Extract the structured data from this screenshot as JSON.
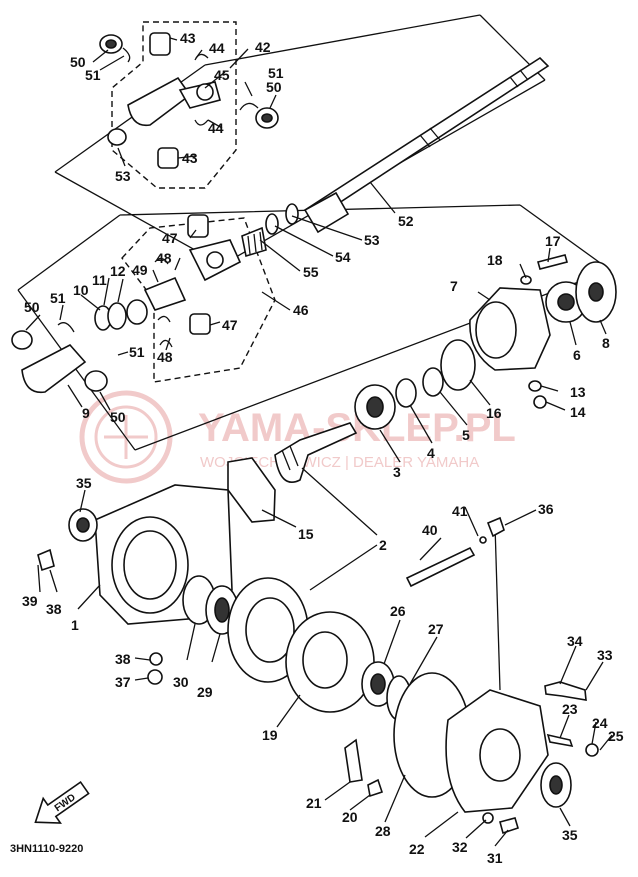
{
  "diagram_code": "3HN1110-9220",
  "fwd_label": "FWD",
  "watermark": {
    "title": "YAMA-SKLEP.PL",
    "subtitle": "WOJCIECH LEWICZ | DEALER YAMAHA"
  },
  "callouts": [
    {
      "id": "c50a",
      "text": "50"
    },
    {
      "id": "c51a",
      "text": "51"
    },
    {
      "id": "c43a",
      "text": "43"
    },
    {
      "id": "c44a",
      "text": "44"
    },
    {
      "id": "c42",
      "text": "42"
    },
    {
      "id": "c45",
      "text": "45"
    },
    {
      "id": "c51b",
      "text": "51"
    },
    {
      "id": "c50b",
      "text": "50"
    },
    {
      "id": "c44b",
      "text": "44"
    },
    {
      "id": "c43b",
      "text": "43"
    },
    {
      "id": "c53a",
      "text": "53"
    },
    {
      "id": "c52",
      "text": "52"
    },
    {
      "id": "c53b",
      "text": "53"
    },
    {
      "id": "c54",
      "text": "54"
    },
    {
      "id": "c55",
      "text": "55"
    },
    {
      "id": "c47a",
      "text": "47"
    },
    {
      "id": "c48a",
      "text": "48"
    },
    {
      "id": "c49",
      "text": "49"
    },
    {
      "id": "c11",
      "text": "11"
    },
    {
      "id": "c12",
      "text": "12"
    },
    {
      "id": "c10",
      "text": "10"
    },
    {
      "id": "c51c",
      "text": "51"
    },
    {
      "id": "c50c",
      "text": "50"
    },
    {
      "id": "c46",
      "text": "46"
    },
    {
      "id": "c47b",
      "text": "47"
    },
    {
      "id": "c48b",
      "text": "48"
    },
    {
      "id": "c51d",
      "text": "51"
    },
    {
      "id": "c9",
      "text": "9"
    },
    {
      "id": "c50d",
      "text": "50"
    },
    {
      "id": "c17",
      "text": "17"
    },
    {
      "id": "c18",
      "text": "18"
    },
    {
      "id": "c7",
      "text": "7"
    },
    {
      "id": "c6",
      "text": "6"
    },
    {
      "id": "c8",
      "text": "8"
    },
    {
      "id": "c13",
      "text": "13"
    },
    {
      "id": "c14",
      "text": "14"
    },
    {
      "id": "c16",
      "text": "16"
    },
    {
      "id": "c5",
      "text": "5"
    },
    {
      "id": "c4",
      "text": "4"
    },
    {
      "id": "c3",
      "text": "3"
    },
    {
      "id": "c35a",
      "text": "35"
    },
    {
      "id": "c15",
      "text": "15"
    },
    {
      "id": "c2",
      "text": "2"
    },
    {
      "id": "c41",
      "text": "41"
    },
    {
      "id": "c36",
      "text": "36"
    },
    {
      "id": "c40",
      "text": "40"
    },
    {
      "id": "c39",
      "text": "39"
    },
    {
      "id": "c38a",
      "text": "38"
    },
    {
      "id": "c1",
      "text": "1"
    },
    {
      "id": "c38b",
      "text": "38"
    },
    {
      "id": "c37",
      "text": "37"
    },
    {
      "id": "c30",
      "text": "30"
    },
    {
      "id": "c29",
      "text": "29"
    },
    {
      "id": "c26",
      "text": "26"
    },
    {
      "id": "c27",
      "text": "27"
    },
    {
      "id": "c34",
      "text": "34"
    },
    {
      "id": "c33",
      "text": "33"
    },
    {
      "id": "c19",
      "text": "19"
    },
    {
      "id": "c23",
      "text": "23"
    },
    {
      "id": "c24",
      "text": "24"
    },
    {
      "id": "c25",
      "text": "25"
    },
    {
      "id": "c21",
      "text": "21"
    },
    {
      "id": "c20",
      "text": "20"
    },
    {
      "id": "c28",
      "text": "28"
    },
    {
      "id": "c22",
      "text": "22"
    },
    {
      "id": "c32",
      "text": "32"
    },
    {
      "id": "c35b",
      "text": "35"
    },
    {
      "id": "c31",
      "text": "31"
    }
  ]
}
